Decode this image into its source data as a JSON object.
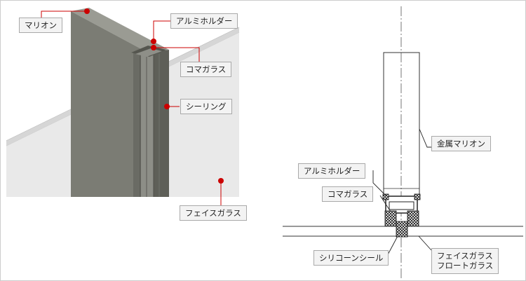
{
  "perspective_labels": {
    "mullion": "マリオン",
    "aluminum_holder": "アルミホルダー",
    "koma_glass": "コマガラス",
    "sealing": "シーリング",
    "face_glass": "フェイスガラス"
  },
  "section_labels": {
    "metal_mullion": "金属マリオン",
    "aluminum_holder": "アルミホルダー",
    "koma_glass": "コマガラス",
    "silicone_seal": "シリコーンシール",
    "face_glass_line1": "フェイスガラス",
    "face_glass_line2": "フロートガラス"
  },
  "colors": {
    "leader_red": "#cc0000",
    "mullion_front": "#7d7e76",
    "mullion_top": "#9a9b93",
    "glass": "#e8e8e8",
    "line": "#333333"
  }
}
